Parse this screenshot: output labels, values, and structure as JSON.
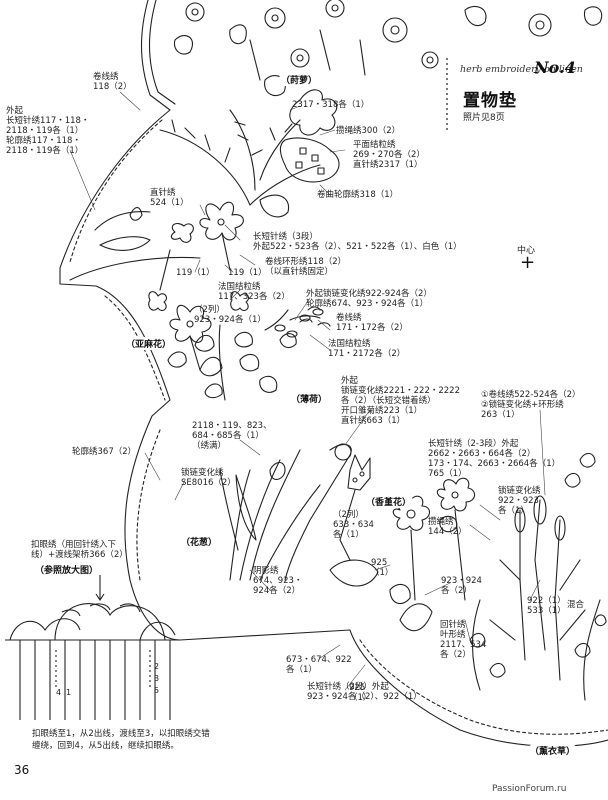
{
  "header": {
    "english": "herb embroidery on linen",
    "number": "No.4",
    "title": "置物垫",
    "subtitle": "照片见8页"
  },
  "center": {
    "label": "中心",
    "mark": "+"
  },
  "page_number": "36",
  "watermark": "PassionForum.ru",
  "tags": {
    "dill": "（莳萝）",
    "flax": "（亚麻花）",
    "mint": "（薄荷）",
    "cornflower": "（香堇花）",
    "chives": "（花葱）",
    "lavender": "（薰衣草）",
    "enlarged": "（参照放大图）"
  },
  "labels": {
    "l1": "卷线绣\n118（2）",
    "l2": "外起\n长短针绣117・118・\n2118・119各（1）\n轮廓绣117・118・\n2118・119各（1）",
    "l3": "2317・318各（1）",
    "l4": "攒绳绣300（2）",
    "l5": "平面结粒绣\n269・270各（2）\n直针绣2317（1）",
    "l6": "卷曲轮廓绣318（1）",
    "l7": "直针绣\n524（1）",
    "l8": "长短针绣（3段）\n外起522・523各（2）、521・522各（1）、白色（1）",
    "l9": "卷线环形绣118（2）\n（以直针绣固定）",
    "l10": "119（1）",
    "l11": "119（1）",
    "l12": "法国结粒绣\n117、323各（2）",
    "l13": "外起锁链变化绣922-924各（2）\n轮廓绣674、923・924各（1）",
    "l14": "（2列）\n923・924各（1）",
    "l15": "卷线绣\n171・172各（2）",
    "l16": "法国结粒绣\n171・2172各（2）",
    "l17": "外起\n锁链变化绣2221・222・2222\n各（2）（长短交错着绣）\n开口雏菊绣223（1）\n直针绣663（1）",
    "l18": "①卷线绣522-524各（2）\n②锁链变化绣+环形绣\n263（1）",
    "l19": "2118・119、823、\n684・685各（1）\n（绣满）",
    "l20": "轮廓绣367（2）",
    "l21": "锁链变化绣\nSE8016（2）",
    "l22": "长短针绣（2-3段）外起\n2662・2663・664各（2）\n173・174、2663・2664各（1）\n765（1）",
    "l23": "锁链变化绣\n922・923\n各（1）",
    "l24": "（2列）\n633・634\n各（1）",
    "l25": "攒绳绣\n144（2）",
    "l26": "扣眼绣（用回针绣入下\n线）+渡线架桥366（2）",
    "l27": "阴影绣\n674、923・\n924各（2）",
    "l28": "925\n（1）",
    "l29": "923・924\n各（2）",
    "l30": "922（1）\n533（1）",
    "l31": "混合",
    "l32": "回针绣\n叶形绣\n2117、534\n各（2）",
    "l33": "673・674、922\n各（1）",
    "l34": "925\n（1）",
    "l35": "长短针绣（2段）外起\n923・924各（2）、922（1）"
  },
  "caption": "扣眼绣至1，从2出线，渡线至3，以扣眼绣交错\n缠绕，回到4，从5出线，继续扣眼绣。",
  "step_numbers": [
    "4",
    "1",
    "2",
    "3",
    "5"
  ]
}
